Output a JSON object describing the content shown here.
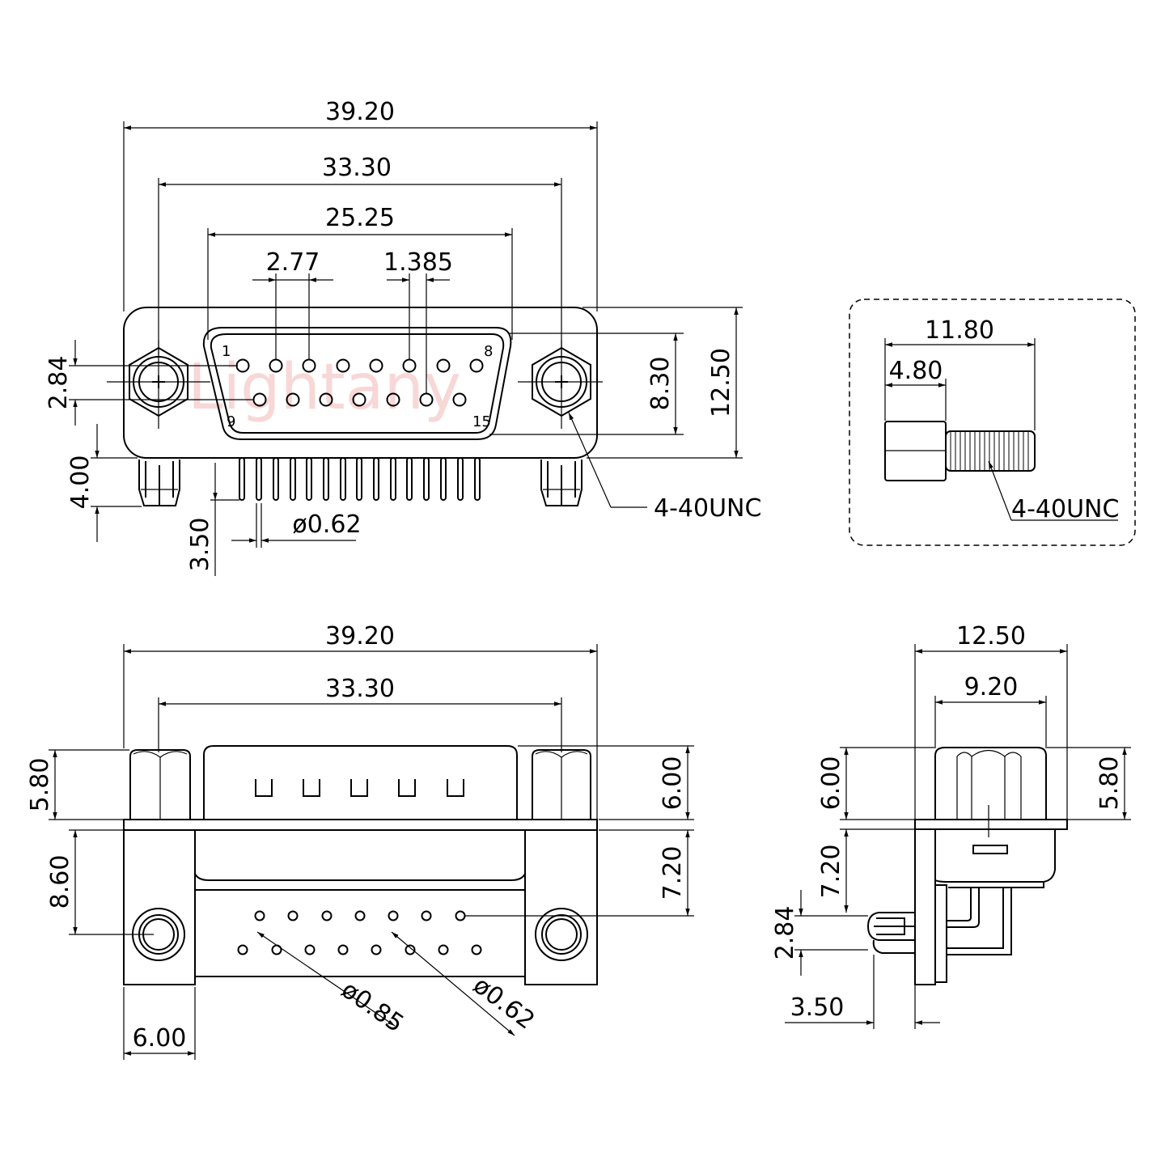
{
  "watermark": "Lightany",
  "front_view": {
    "dims": {
      "overall_width": "39.20",
      "mount_hole_pitch": "33.30",
      "shell_width": "25.25",
      "pin_pitch_a": "2.77",
      "pin_pitch_b": "1.385",
      "row_spacing": "2.84",
      "shell_height": "8.30",
      "flange_height": "12.50",
      "boardlock_length": "4.00",
      "tail_length": "3.50",
      "tail_diameter": "ø0.62"
    },
    "pin_labels": {
      "first": "1",
      "eighth": "8",
      "ninth": "9",
      "fifteenth": "15"
    },
    "thread_callout": "4-40UNC"
  },
  "screw_detail": {
    "overall_length": "11.80",
    "head_length": "4.80",
    "thread_callout": "4-40UNC"
  },
  "bottom_view": {
    "dims": {
      "overall_width": "39.20",
      "mount_hole_pitch": "33.30",
      "left_boss_height": "5.80",
      "right_boss_height": "6.00",
      "hole_offset": "8.60",
      "body_depth": "7.20",
      "bracket_width": "6.00",
      "pin_hole_diameter": "ø0.85",
      "tail_diameter": "ø0.62"
    }
  },
  "side_view": {
    "dims": {
      "overall_width": "12.50",
      "shell_width": "9.20",
      "shell_height": "6.00",
      "boss_height": "5.80",
      "body_depth": "7.20",
      "row_spacing": "2.84",
      "tail_length": "3.50"
    }
  }
}
